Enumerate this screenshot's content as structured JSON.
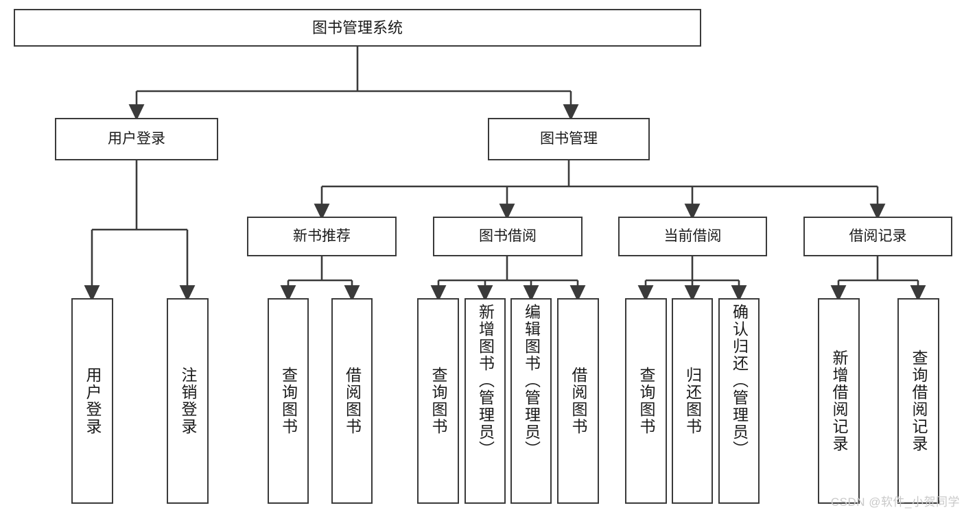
{
  "diagram": {
    "title": "图书管理系统",
    "type": "tree-hierarchy",
    "root": {
      "label": "图书管理系统"
    },
    "level2": [
      {
        "label": "用户登录"
      },
      {
        "label": "图书管理"
      }
    ],
    "level3": [
      {
        "label": "新书推荐"
      },
      {
        "label": "图书借阅"
      },
      {
        "label": "当前借阅"
      },
      {
        "label": "借阅记录"
      }
    ],
    "leaves": {
      "user_login": [
        {
          "label": "用户登录"
        },
        {
          "label": "注销登录"
        }
      ],
      "new_book_recommend": [
        {
          "label": "查询图书"
        },
        {
          "label": "借阅图书"
        }
      ],
      "book_borrow": [
        {
          "label": "查询图书"
        },
        {
          "label": "新增图书（管理员）"
        },
        {
          "label": "编辑图书（管理员）"
        },
        {
          "label": "借阅图书"
        }
      ],
      "current_borrow": [
        {
          "label": "查询图书"
        },
        {
          "label": "归还图书"
        },
        {
          "label": "确认归还（管理员）"
        }
      ],
      "borrow_record": [
        {
          "label": "新增借阅记录"
        },
        {
          "label": "查询借阅记录"
        }
      ]
    }
  },
  "watermark": {
    "text": "CSDN @软件_小贺同学"
  },
  "colors": {
    "stroke": "#3a3a3a",
    "box_fill": "#ffffff",
    "text": "#1a1a1a",
    "watermark": "#c9c9c9"
  }
}
